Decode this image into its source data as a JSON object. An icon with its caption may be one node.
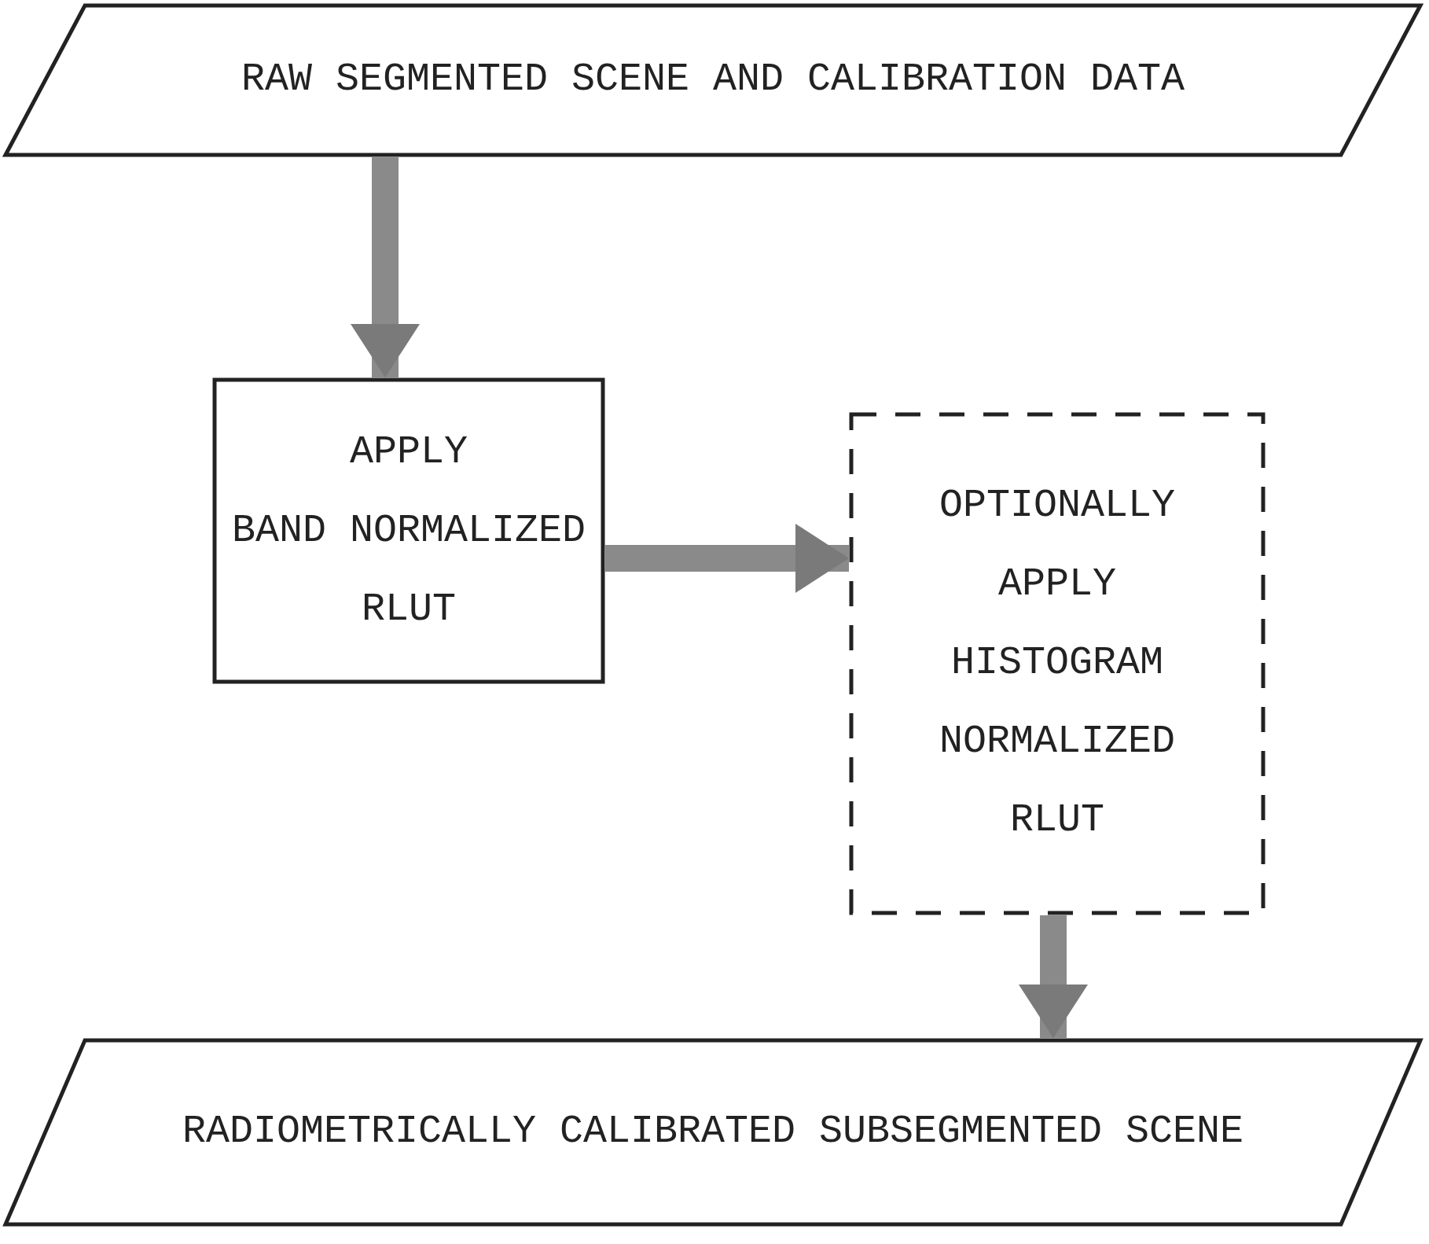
{
  "diagram": {
    "nodes": [
      {
        "text": [
          "RAW SEGMENTED SCENE AND CALIBRATION DATA"
        ]
      },
      {
        "text": [
          "APPLY BAND NORMALIZED RLUT"
        ]
      },
      {
        "text": [
          "OPTIONALLY APPLY HISTOGRAM NORMALIZED RLUT"
        ]
      },
      {
        "text": [
          "RADIOMETRICALLY CALIBRATED SUBSEGMENTED SCENE"
        ]
      }
    ],
    "edges": [
      {
        "from": 0,
        "to": 1,
        "arrow": "to"
      },
      {
        "from": 1,
        "to": 2,
        "arrow": "to"
      },
      {
        "from": 2,
        "to": 3,
        "arrow": "to"
      }
    ]
  }
}
